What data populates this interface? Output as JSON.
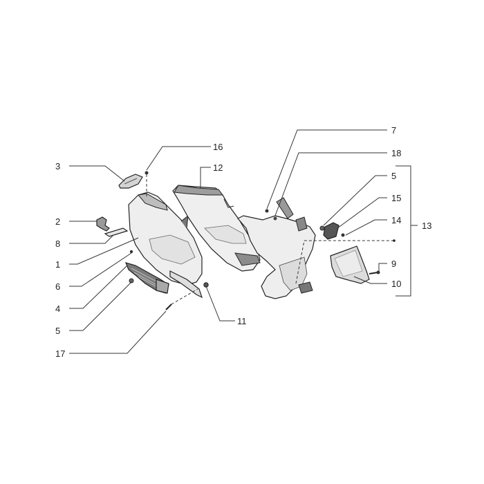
{
  "callouts": {
    "c1": "1",
    "c2": "2",
    "c3": "3",
    "c4": "4",
    "c5a": "5",
    "c5b": "5",
    "c6": "6",
    "c7": "7",
    "c8": "8",
    "c9": "9",
    "c10": "10",
    "c11": "11",
    "c12": "12",
    "c13": "13",
    "c14": "14",
    "c15": "15",
    "c16": "16",
    "c17": "17",
    "c18": "18"
  },
  "colors": {
    "line": "#222222",
    "fill_light": "#ececec",
    "fill_mid": "#cfcfcf",
    "fill_dark": "#8a8a8a"
  }
}
